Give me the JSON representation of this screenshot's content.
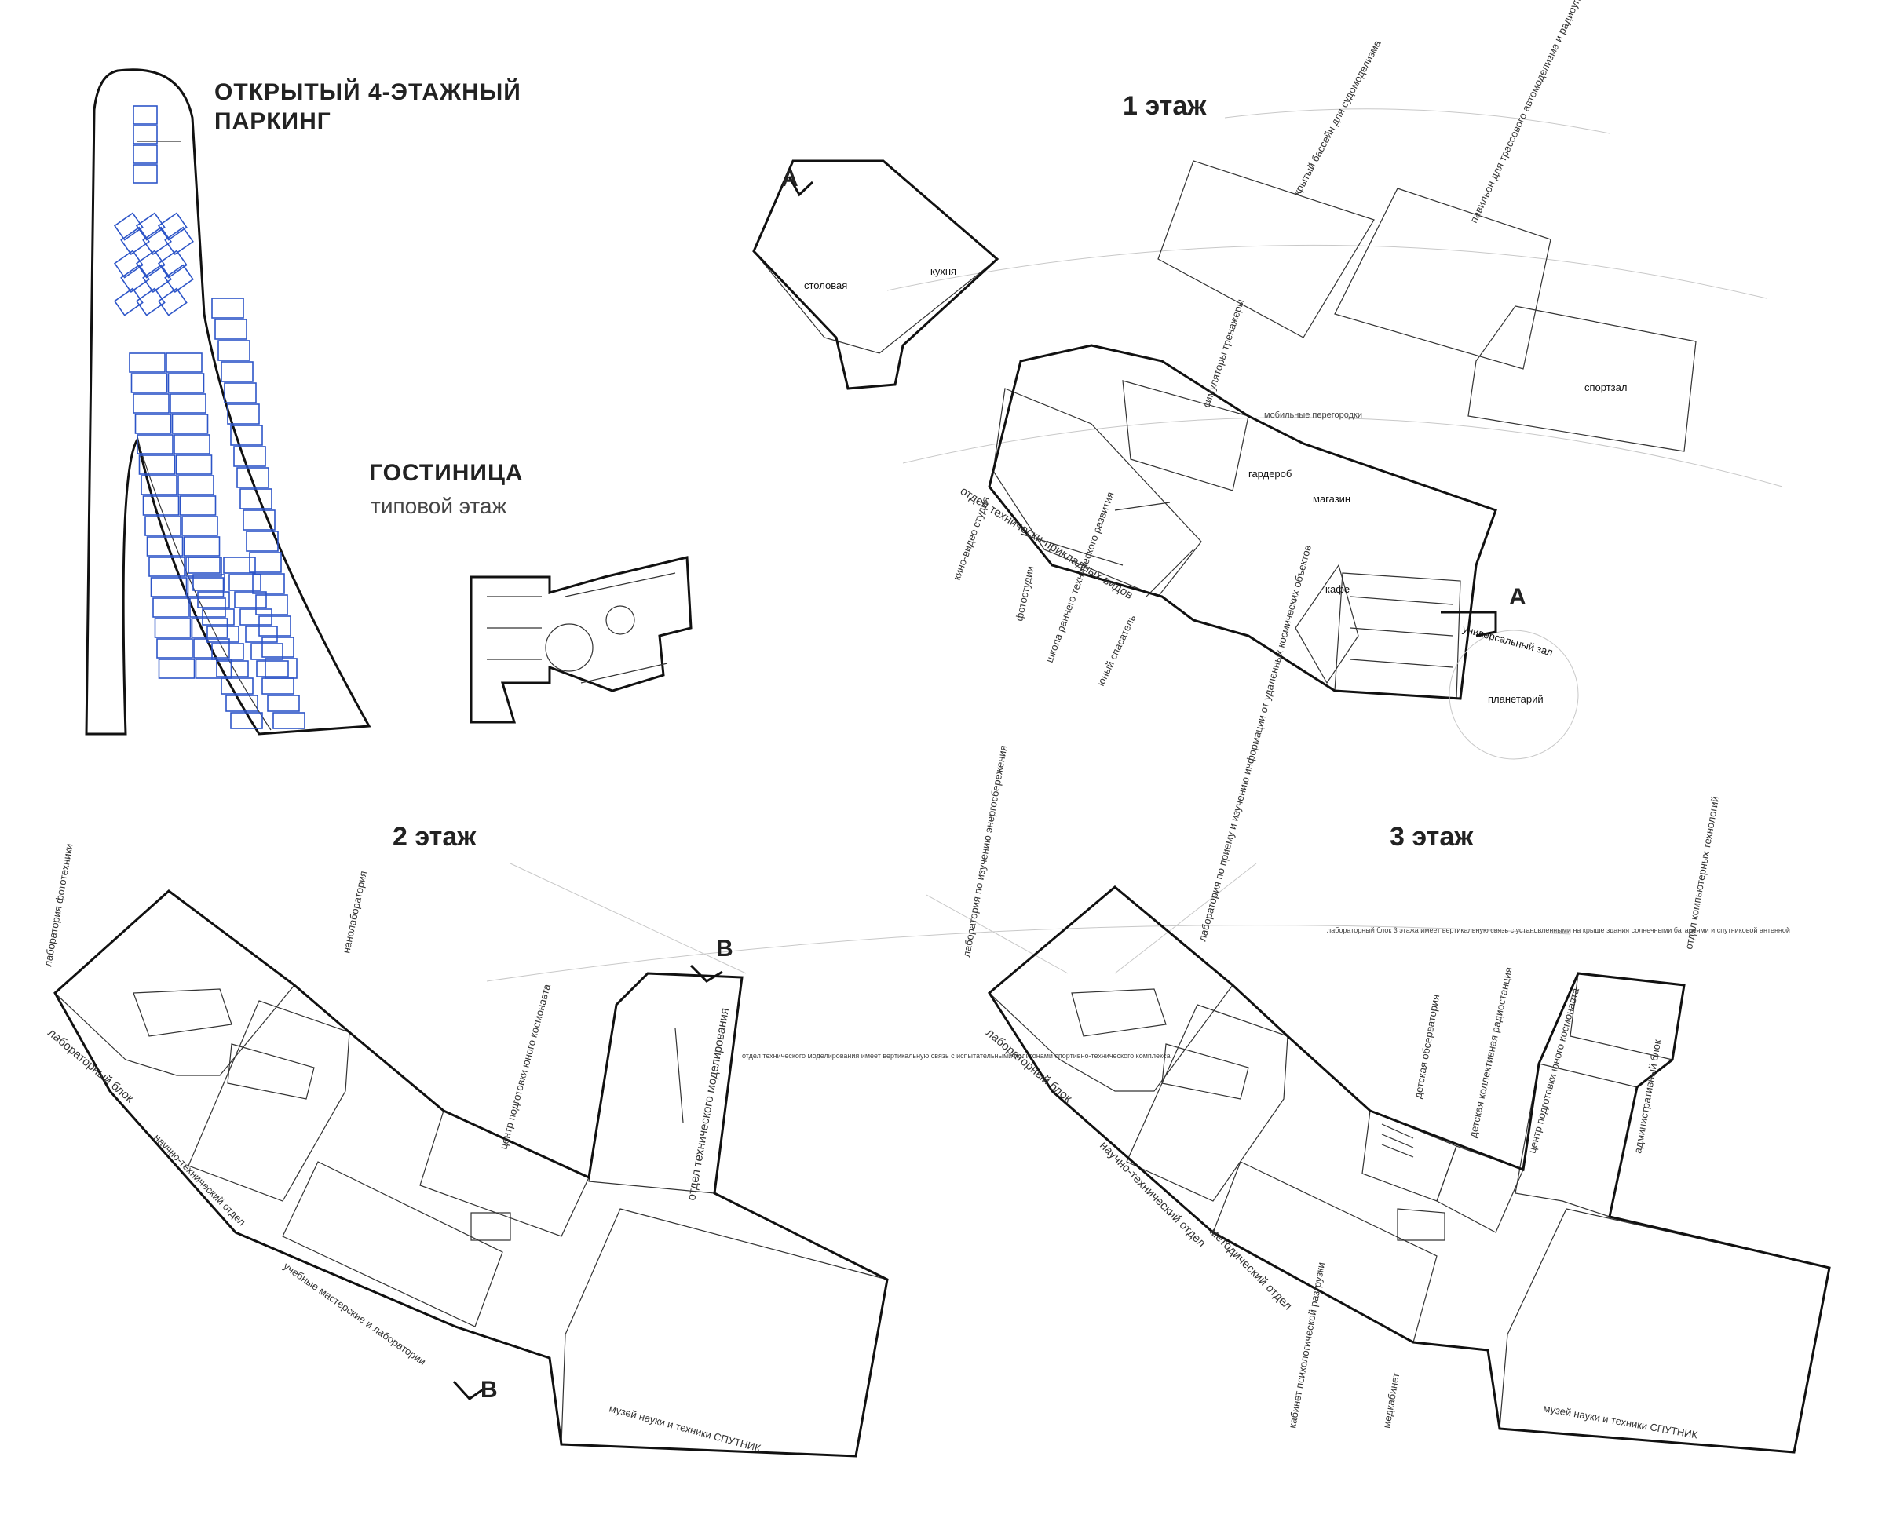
{
  "parking": {
    "title_line1": "ОТКРЫТЫЙ 4-ЭТАЖНЫЙ",
    "title_line2": "ПАРКИНГ"
  },
  "hotel": {
    "title": "ГОСТИНИЦА",
    "subtitle": "типовой этаж"
  },
  "floor1": {
    "title": "1 этаж",
    "rooms": {
      "dining": "столовая",
      "kitchen": "кухня",
      "pool": "крытый бассейн для судомоделизма",
      "pavilion": "павильон для трассового автомоделизма и радиоуправляемых моделей",
      "gym": "спортзал",
      "simulators": "симуляторы тренажеры",
      "partitions_legend": "мобильные перегородки",
      "cloakroom": "гардероб",
      "shop": "магазин",
      "cafe": "кафе",
      "hall": "универсальный зал",
      "planetarium": "планетарий",
      "applied_dept": "отдел технически-прикладных видов",
      "cinema": "кино-видео студия",
      "photo": "фотостудии",
      "early_school": "школа раннего технического развития",
      "rescuer": "юный спасатель"
    },
    "section_mark": "A"
  },
  "floor2": {
    "title": "2 этаж",
    "rooms": {
      "photonics": "лаборатория фототехники",
      "nanolab": "нанолаборатория",
      "lab_block": "лабораторный блок",
      "sci_tech": "научно-технический отдел",
      "workshops": "учебные мастерские и лаборатории",
      "cosmonaut": "центр подготовки юного космонавта",
      "modeling": "отдел технического моделирования",
      "modeling_note": "отдел технического моделирования имеет вертикальную связь с испытательными полигонами спортивно-технического комплекса",
      "museum": "музей науки и техники СПУТНИК"
    },
    "section_mark": "B"
  },
  "floor3": {
    "title": "3 этаж",
    "rooms": {
      "space_lab": "лаборатория по изучению энергосбережения",
      "data_lab": "лаборатория по приему и изучению информации от удаленных космических объектов",
      "lab_note": "лабораторный блок 3 этажа имеет вертикальную связь с установленными на крыше здания солнечными батареями и спутниковой антенной",
      "computer": "отдел компьютерных технологий",
      "lab_block": "лабораторный блок",
      "sci_tech": "научно-технический отдел",
      "method": "методический отдел",
      "observatory": "детская обсерватория",
      "radio": "детская коллективная радиостанция",
      "cosmonaut": "центр подготовки юного космонавта",
      "admin": "административный блок",
      "psych": "кабинет психологической разгрузки",
      "medical": "медкабинет",
      "museum": "музей науки и техники СПУТНИК"
    }
  },
  "colors": {
    "dining": "#f0c689",
    "pool": "#cfe0f7",
    "pavilion": "#fbf59f",
    "gym": "#9b95cd",
    "green": "#e1edd3",
    "peach": "#fbe4cc",
    "grey": "#a9b0aa",
    "blue": "#b5d3f3",
    "green2": "#b9d69c",
    "pink": "#e6b7df",
    "yellow_pale": "#fbf5c7",
    "museum": "#b6b5a8",
    "peach2": "#f7deb8",
    "yellow": "#f7ec3a",
    "pink2": "#ebb5e1",
    "parking_stall": "#2d55c8"
  }
}
